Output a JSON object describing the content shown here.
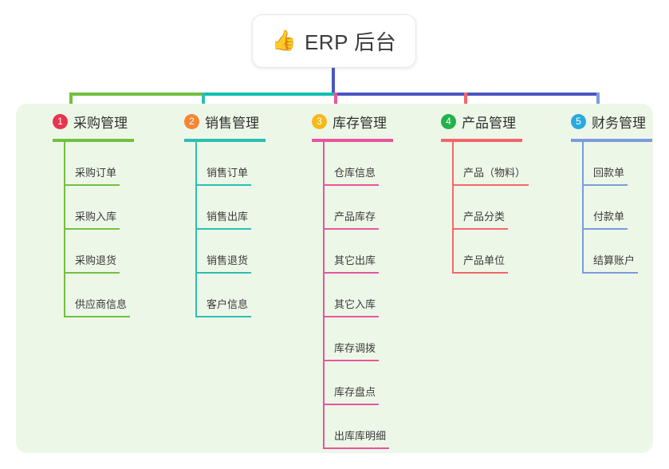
{
  "root": {
    "icon": "thumbs-up-icon",
    "emoji": "👍",
    "title": "ERP 后台"
  },
  "palette": {
    "panel_bg": "#edf7e8",
    "root_text": "#3b3b3b",
    "bus_green": "#72c040",
    "bus_teal": "#0fbfb0",
    "bus_blue": "#4a56c0"
  },
  "branches": [
    {
      "number": "1",
      "title": "采购管理",
      "badge_color": "#e8344e",
      "line_color": "#72c040",
      "items": [
        {
          "label": "采购订单"
        },
        {
          "label": "采购入库"
        },
        {
          "label": "采购退货"
        },
        {
          "label": "供应商信息"
        }
      ]
    },
    {
      "number": "2",
      "title": "销售管理",
      "badge_color": "#f58634",
      "line_color": "#2bbfb0",
      "items": [
        {
          "label": "销售订单"
        },
        {
          "label": "销售出库"
        },
        {
          "label": "销售退货"
        },
        {
          "label": "客户信息"
        }
      ]
    },
    {
      "number": "3",
      "title": "库存管理",
      "badge_color": "#f5b91c",
      "line_color": "#e8559d",
      "items": [
        {
          "label": "仓库信息"
        },
        {
          "label": "产品库存"
        },
        {
          "label": "其它出库"
        },
        {
          "label": "其它入库"
        },
        {
          "label": "库存调拨"
        },
        {
          "label": "库存盘点"
        },
        {
          "label": "出库库明细"
        }
      ]
    },
    {
      "number": "4",
      "title": "产品管理",
      "badge_color": "#24b14b",
      "line_color": "#f4666a",
      "items": [
        {
          "label": "产品（物料）"
        },
        {
          "label": "产品分类"
        },
        {
          "label": "产品单位"
        }
      ]
    },
    {
      "number": "5",
      "title": "财务管理",
      "badge_color": "#2aa9e0",
      "line_color": "#7b9bdd",
      "items": [
        {
          "label": "回款单"
        },
        {
          "label": "付款单"
        },
        {
          "label": "结算账户"
        }
      ]
    }
  ]
}
